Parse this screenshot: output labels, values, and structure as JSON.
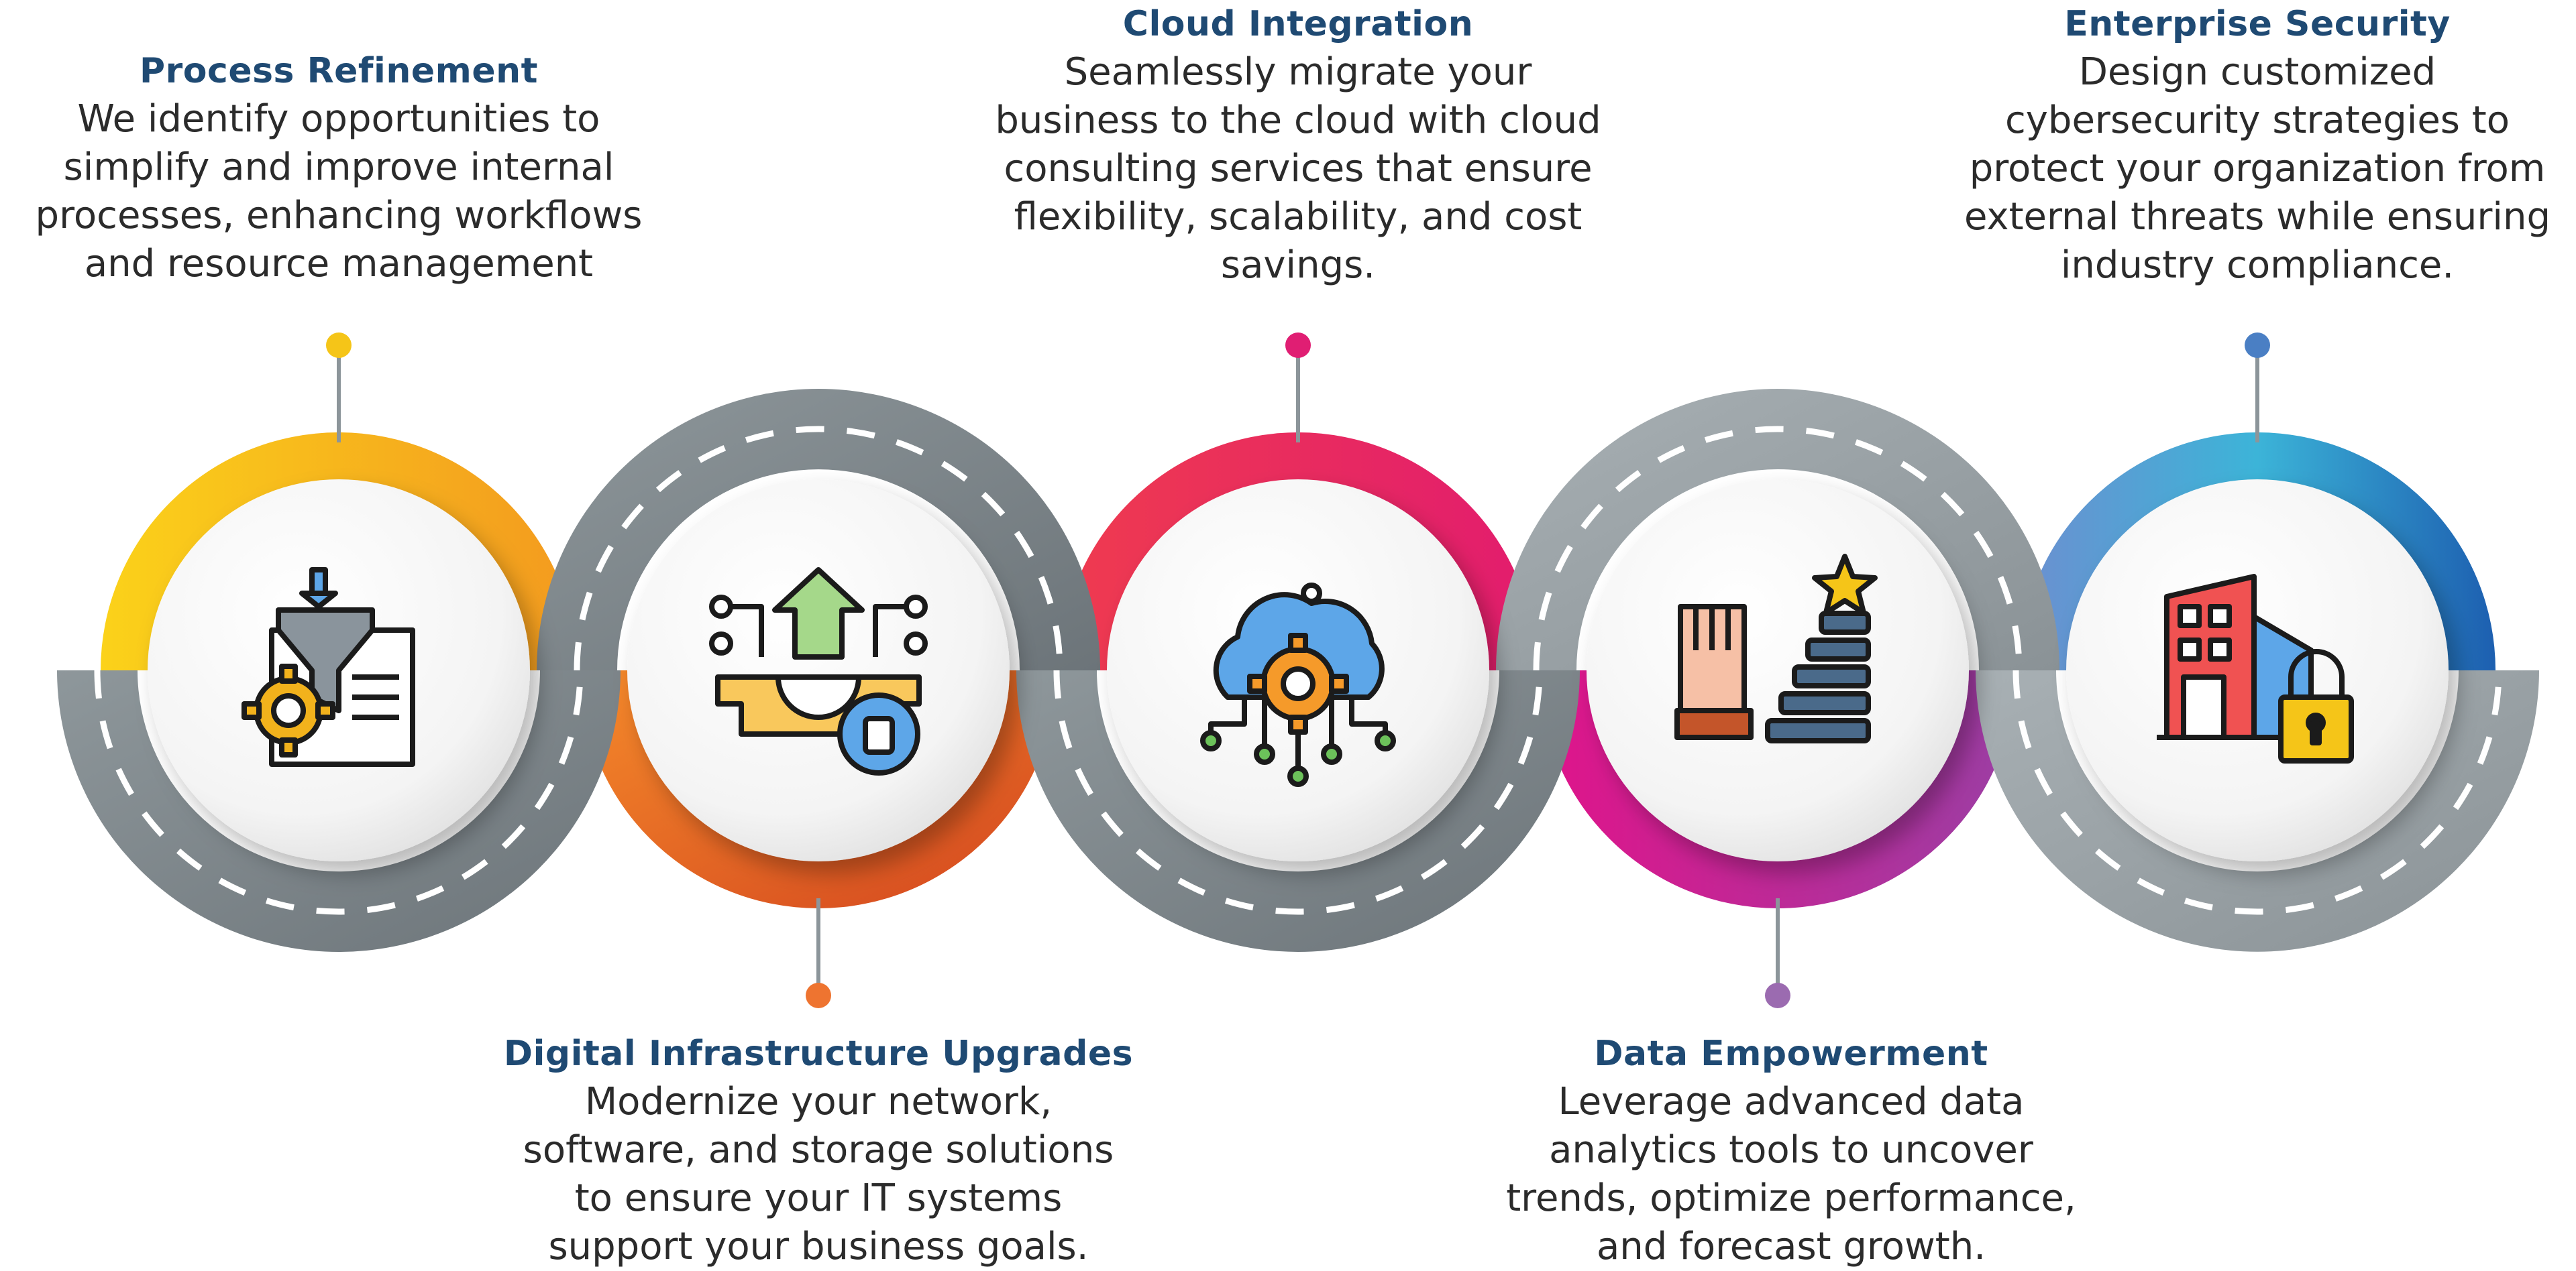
{
  "steps": [
    {
      "title": "Process Refinement",
      "lines": [
        "We identify opportunities to",
        "simplify and improve internal",
        "processes, enhancing workflows",
        "and resource management"
      ],
      "dot_color": "#f5c518",
      "icon": "funnel-document-gear-icon"
    },
    {
      "title": "Digital Infrastructure Upgrades",
      "lines": [
        "Modernize your network,",
        "software, and storage solutions",
        "to ensure your IT systems",
        "support your business goals."
      ],
      "dot_color": "#ee7430",
      "icon": "upgrade-arrow-gear-icon"
    },
    {
      "title": "Cloud Integration",
      "lines": [
        "Seamlessly migrate your",
        "business to the cloud with cloud",
        "consulting services that ensure",
        "flexibility, scalability, and cost",
        "savings."
      ],
      "dot_color": "#e01e73",
      "icon": "cloud-gear-network-icon"
    },
    {
      "title": "Data Empowerment",
      "lines": [
        "Leverage advanced data",
        "analytics tools to uncover",
        "trends, optimize performance,",
        "and forecast growth."
      ],
      "dot_color": "#9b6bb0",
      "icon": "fist-stairs-star-icon"
    },
    {
      "title": "Enterprise Security",
      "lines": [
        "Design customized",
        "cybersecurity strategies to",
        "protect your organization from",
        "external threats while ensuring",
        "industry compliance."
      ],
      "dot_color": "#4a7fc4",
      "icon": "building-padlock-icon"
    }
  ],
  "colors": {
    "title": "#1f4a73",
    "road": "#7d8589",
    "road_light": "#9fa7ab",
    "ring_1": "#f7b21f",
    "ring_2": "#ee7430",
    "ring_3": "#e8325a",
    "ring_4": "#d8208a",
    "ring_5": "#3f86c6"
  }
}
